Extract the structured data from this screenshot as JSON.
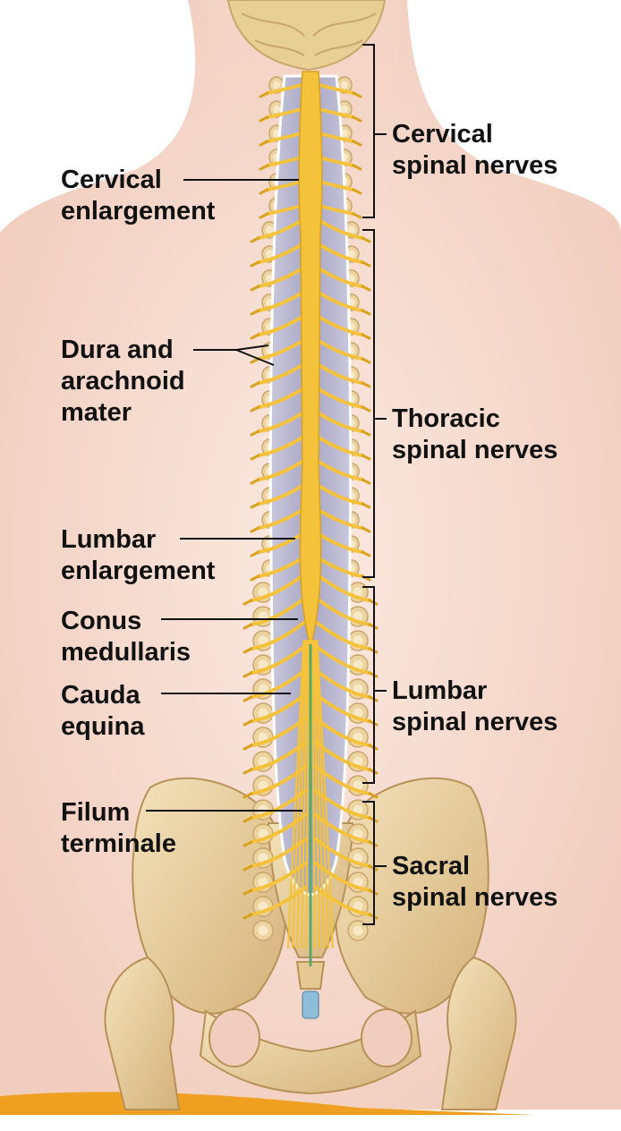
{
  "colors": {
    "skin": "#f7ddd2",
    "skin_shade": "#efc9b9",
    "bone": "#ecd3a0",
    "bone_shade": "#c9a66b",
    "nerve": "#f5c23c",
    "nerve_dark": "#d9a21f",
    "dura": "#a9a7c4",
    "dura_light": "#d7d6e6",
    "filum": "#5aa86a",
    "leader": "#111111",
    "accent_orange": "#f0a020"
  },
  "labels_left": {
    "cervical_enlargement": [
      "Cervical",
      "enlargement"
    ],
    "dura_arachnoid": [
      "Dura and",
      "arachnoid",
      "mater"
    ],
    "lumbar_enlargement": [
      "Lumbar",
      "enlargement"
    ],
    "conus_medullaris": [
      "Conus",
      "medullaris"
    ],
    "cauda_equina": [
      "Cauda",
      "equina"
    ],
    "filum_terminale": [
      "Filum",
      "terminale"
    ]
  },
  "labels_right": {
    "cervical_nerves": [
      "Cervical",
      "spinal nerves"
    ],
    "thoracic_nerves": [
      "Thoracic",
      "spinal nerves"
    ],
    "lumbar_nerves": [
      "Lumbar",
      "spinal nerves"
    ],
    "sacral_nerves": [
      "Sacral",
      "spinal nerves"
    ]
  }
}
